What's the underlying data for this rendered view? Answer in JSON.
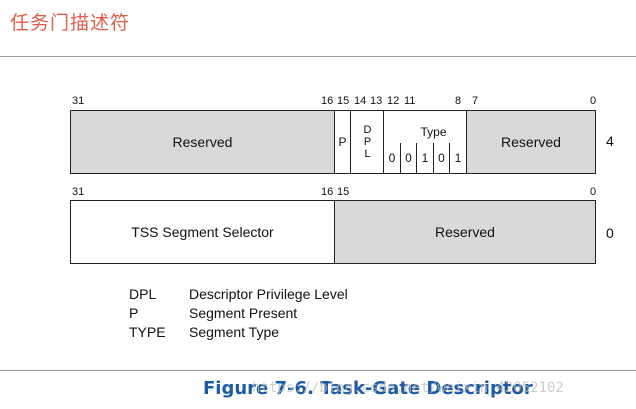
{
  "heading": "任务门描述符",
  "word_high": {
    "bit_labels": [
      "31",
      "16",
      "15",
      "14",
      "13",
      "12",
      "11",
      "8",
      "7",
      "0"
    ],
    "reserved_left": "Reserved",
    "p": "P",
    "dpl_letters": [
      "D",
      "P",
      "L"
    ],
    "bit12": "0",
    "type_title": "Type",
    "type_bits": [
      "0",
      "1",
      "0",
      "1"
    ],
    "reserved_right": "Reserved",
    "offset": "4"
  },
  "word_low": {
    "bit_labels": [
      "31",
      "16",
      "15",
      "0"
    ],
    "selector": "TSS Segment Selector",
    "reserved": "Reserved",
    "offset": "0"
  },
  "legend": [
    {
      "abbr": "DPL",
      "desc": "Descriptor Privilege Level"
    },
    {
      "abbr": "P",
      "desc": "Segment Present"
    },
    {
      "abbr": "TYPE",
      "desc": "Segment Type"
    }
  ],
  "caption": "Figure 7-6. Task-Gate Descriptor",
  "watermark": "https://blog.csdn.net/weixin_42052102"
}
